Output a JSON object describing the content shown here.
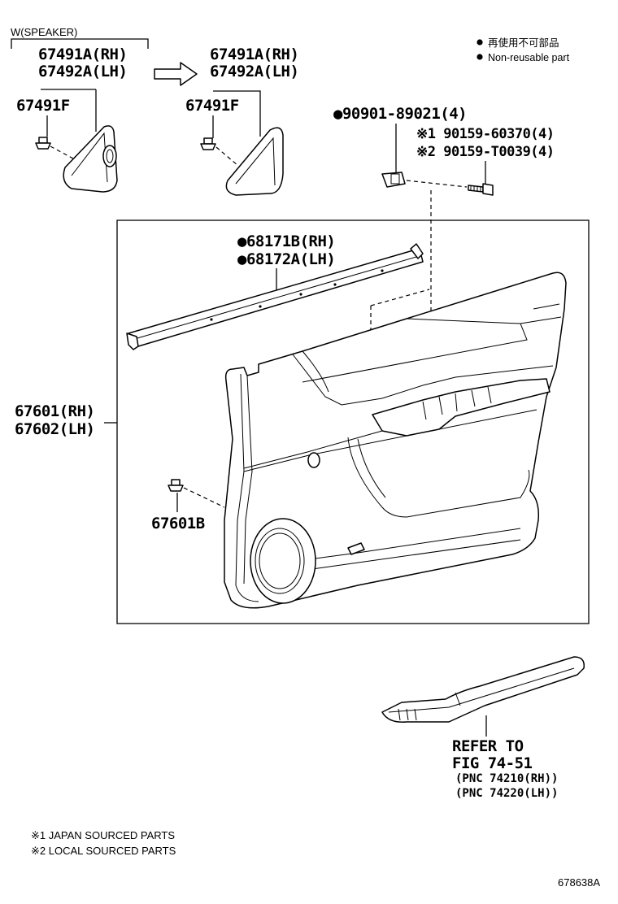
{
  "legend": {
    "bullet_jp": "再使用不可部品",
    "bullet_en": "Non-reusable part"
  },
  "speaker_group": {
    "label": "W(SPEAKER)",
    "part_rh": "67491A(RH)",
    "part_lh": "67492A(LH)",
    "clip": "67491F"
  },
  "alt_group": {
    "part_rh": "67491A(RH)",
    "part_lh": "67492A(LH)",
    "clip": "67491F"
  },
  "fasteners": {
    "nut": "●90901-89021(4)",
    "screw_jp": "※1 90159-60370(4)",
    "screw_local": "※2 90159-T0039(4)"
  },
  "weatherstrip": {
    "rh": "●68171B(RH)",
    "lh": "●68172A(LH)"
  },
  "door_trim": {
    "rh": "67601(RH)",
    "lh": "67602(LH)",
    "clip": "67601B"
  },
  "armrest": {
    "refer_line1": "REFER TO",
    "refer_line2": "FIG 74-51",
    "pnc_rh": "(PNC 74210(RH))",
    "pnc_lh": "(PNC 74220(LH))"
  },
  "footnotes": {
    "note1": "※1 JAPAN SOURCED PARTS",
    "note2": "※2 LOCAL SOURCED PARTS"
  },
  "figure_id": "678638A"
}
